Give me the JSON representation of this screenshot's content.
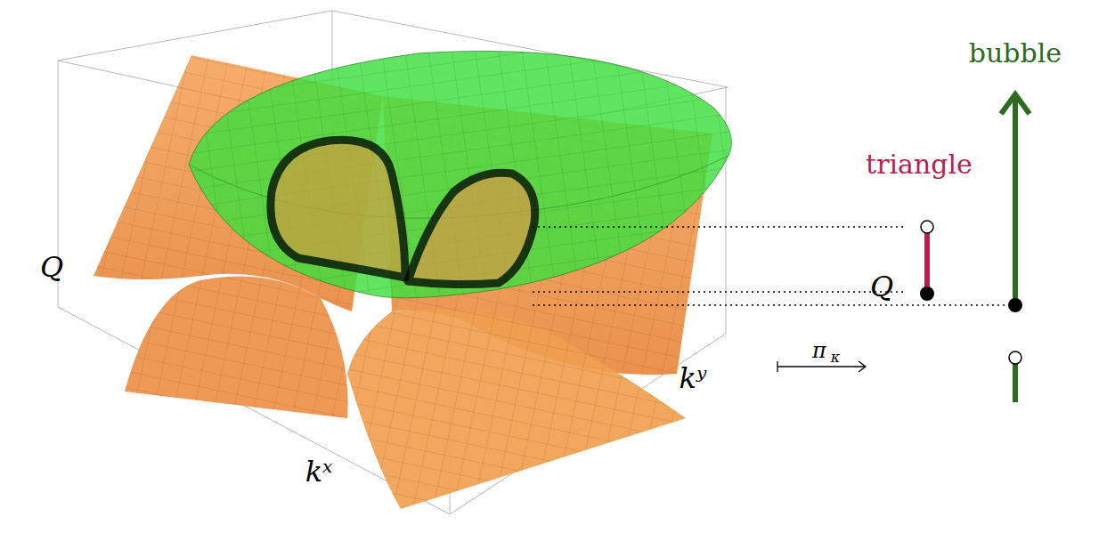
{
  "diagram": {
    "labels": [
      "bubble",
      "triangle",
      "Q",
      "Q",
      "kˣ",
      "kʸ",
      "π",
      "κ"
    ]
  }
}
